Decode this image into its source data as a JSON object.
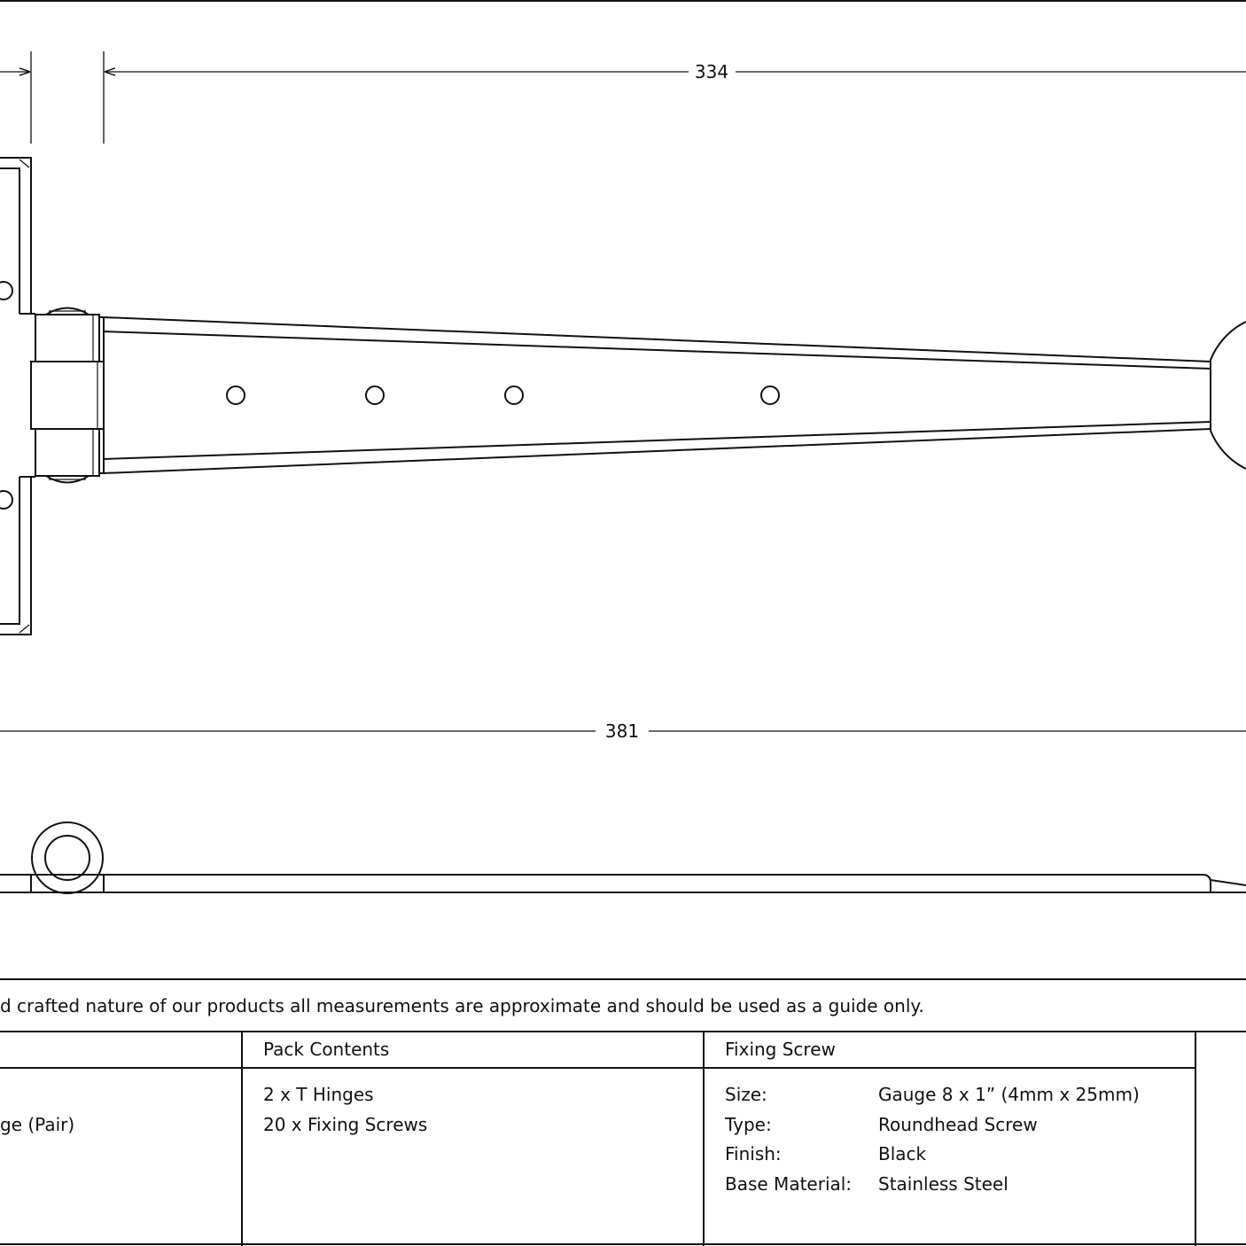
{
  "dimensions": {
    "top_length": "334",
    "overall_length": "381"
  },
  "disclaimer": "d crafted nature of our products all measurements are approximate and should be used as a guide only.",
  "table": {
    "col1_value": "ge (Pair)",
    "pack_contents": {
      "header": "Pack Contents",
      "items": [
        "2 x T Hinges",
        "20 x Fixing Screws"
      ]
    },
    "fixing_screw": {
      "header": "Fixing Screw",
      "rows": [
        {
          "label": "Size:",
          "value": "Gauge 8 x 1” (4mm x 25mm)"
        },
        {
          "label": "Type:",
          "value": "Roundhead Screw"
        },
        {
          "label": "Finish:",
          "value": "Black"
        },
        {
          "label": "Base Material:",
          "value": "Stainless Steel"
        }
      ]
    }
  }
}
